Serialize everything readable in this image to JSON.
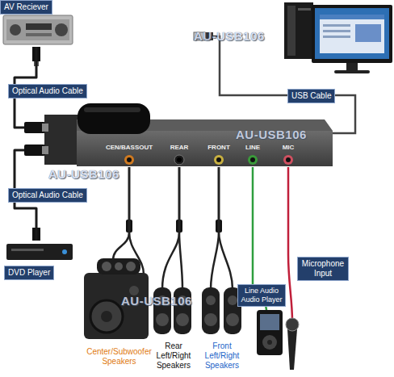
{
  "diagram": {
    "nodes": [
      {
        "text": [
          "AV Reciever"
        ]
      },
      {
        "text": [
          "CEN/BASSOUT",
          "REAR",
          "FRONT",
          "LINE",
          "MIC"
        ]
      },
      {
        "text": [
          "DVD Player"
        ]
      },
      {
        "text": [
          "Microphone Input"
        ]
      },
      {
        "text": [
          "Line Audio Audio Player"
        ]
      },
      {
        "text": [
          "Center/Subwoofer Speakers"
        ]
      },
      {
        "text": [
          "Rear Left/Right Speakers"
        ]
      },
      {
        "text": [
          "Front Left/Right Speakers"
        ]
      }
    ],
    "edges": [
      {
        "from": 0,
        "to": 1,
        "label": "Optical Audio Cable",
        "arrow": "none"
      },
      {
        "from": 2,
        "to": 1,
        "label": "Optical Audio Cable",
        "arrow": "none"
      },
      {
        "from": 1,
        "to": 5,
        "arrow": "none"
      },
      {
        "from": 1,
        "to": 6,
        "arrow": "none"
      },
      {
        "from": 1,
        "to": 7,
        "arrow": "none"
      },
      {
        "from": 1,
        "to": 4,
        "arrow": "none"
      },
      {
        "from": 1,
        "to": 3,
        "arrow": "none"
      }
    ],
    "labels": [
      "AU-USB106",
      "USB Cable",
      "AU-USB106",
      "AU-USB106",
      "AU-USB106"
    ]
  }
}
